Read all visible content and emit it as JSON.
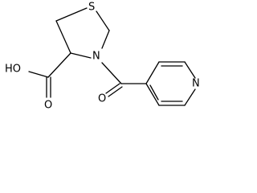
{
  "structure": {
    "atoms": {
      "S": "S",
      "N": "N",
      "HO": "HO",
      "O_acid": "O",
      "O_carbonyl": "O",
      "N_pyridine": "N"
    }
  }
}
